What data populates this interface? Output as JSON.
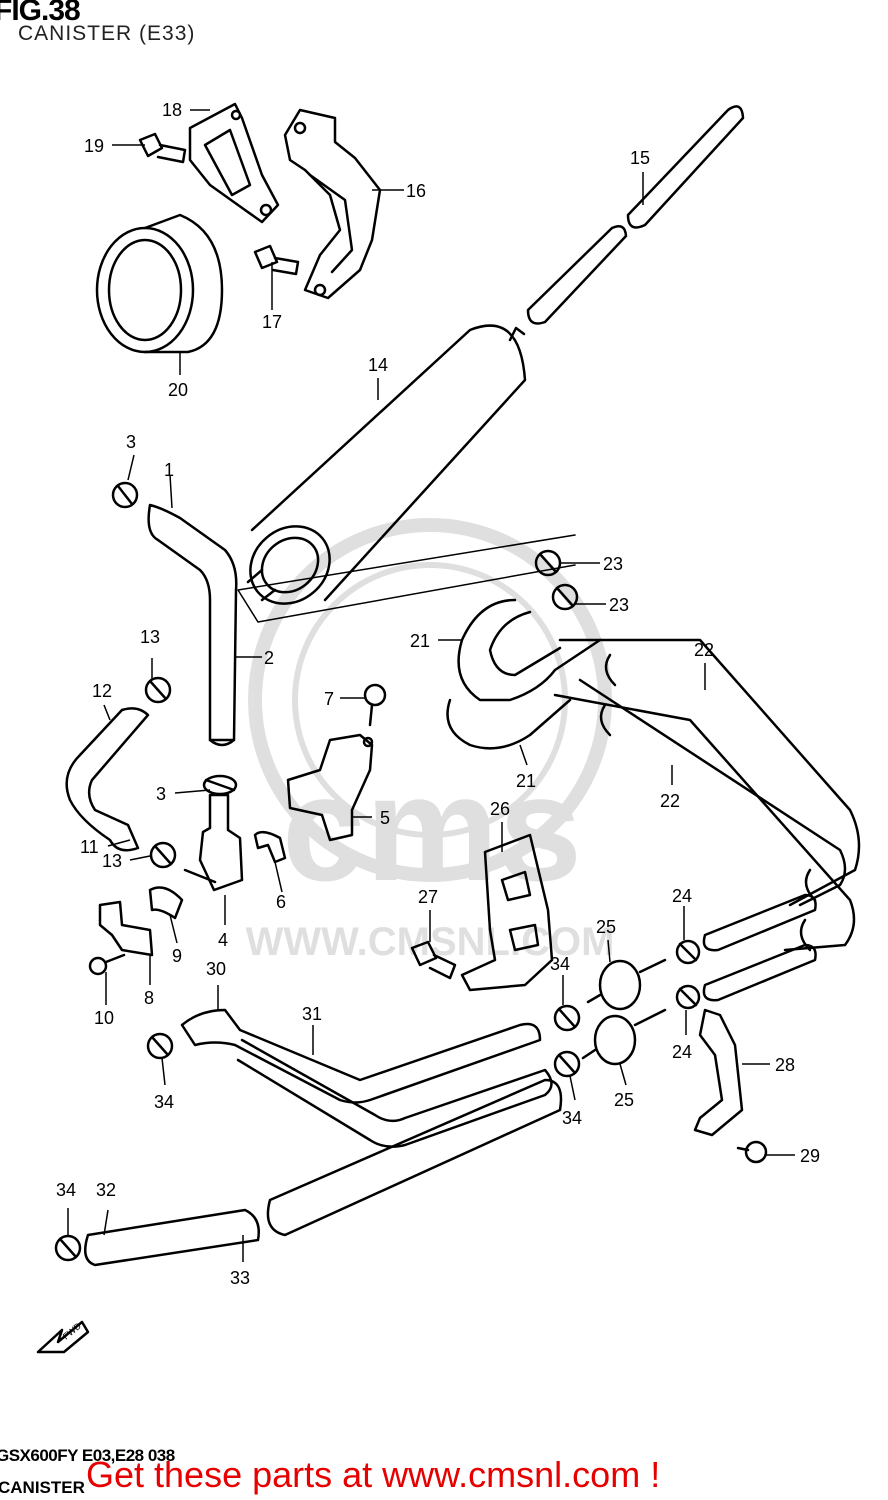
{
  "header": {
    "figure": "FIG.38",
    "subtitle": "CANISTER (E33)"
  },
  "callouts": [
    "18",
    "19",
    "16",
    "15",
    "17",
    "20",
    "14",
    "3",
    "1",
    "23",
    "23",
    "13",
    "2",
    "21",
    "22",
    "12",
    "7",
    "3",
    "5",
    "26",
    "21",
    "22",
    "11",
    "13",
    "6",
    "27",
    "24",
    "4",
    "25",
    "9",
    "8",
    "30",
    "31",
    "10",
    "34",
    "34",
    "34",
    "25",
    "24",
    "28",
    "34",
    "29",
    "34",
    "32",
    "33"
  ],
  "watermark": {
    "logo": "cms",
    "url": "WWW.CMSNL.COM"
  },
  "fwd_arrow": {
    "label": "FWD"
  },
  "footer": {
    "code": "GSX600FY E03,E28 038",
    "name": "CANISTER"
  },
  "banner": {
    "text": "Get these parts at www.cmsnl.com !",
    "color": "#e60000"
  }
}
